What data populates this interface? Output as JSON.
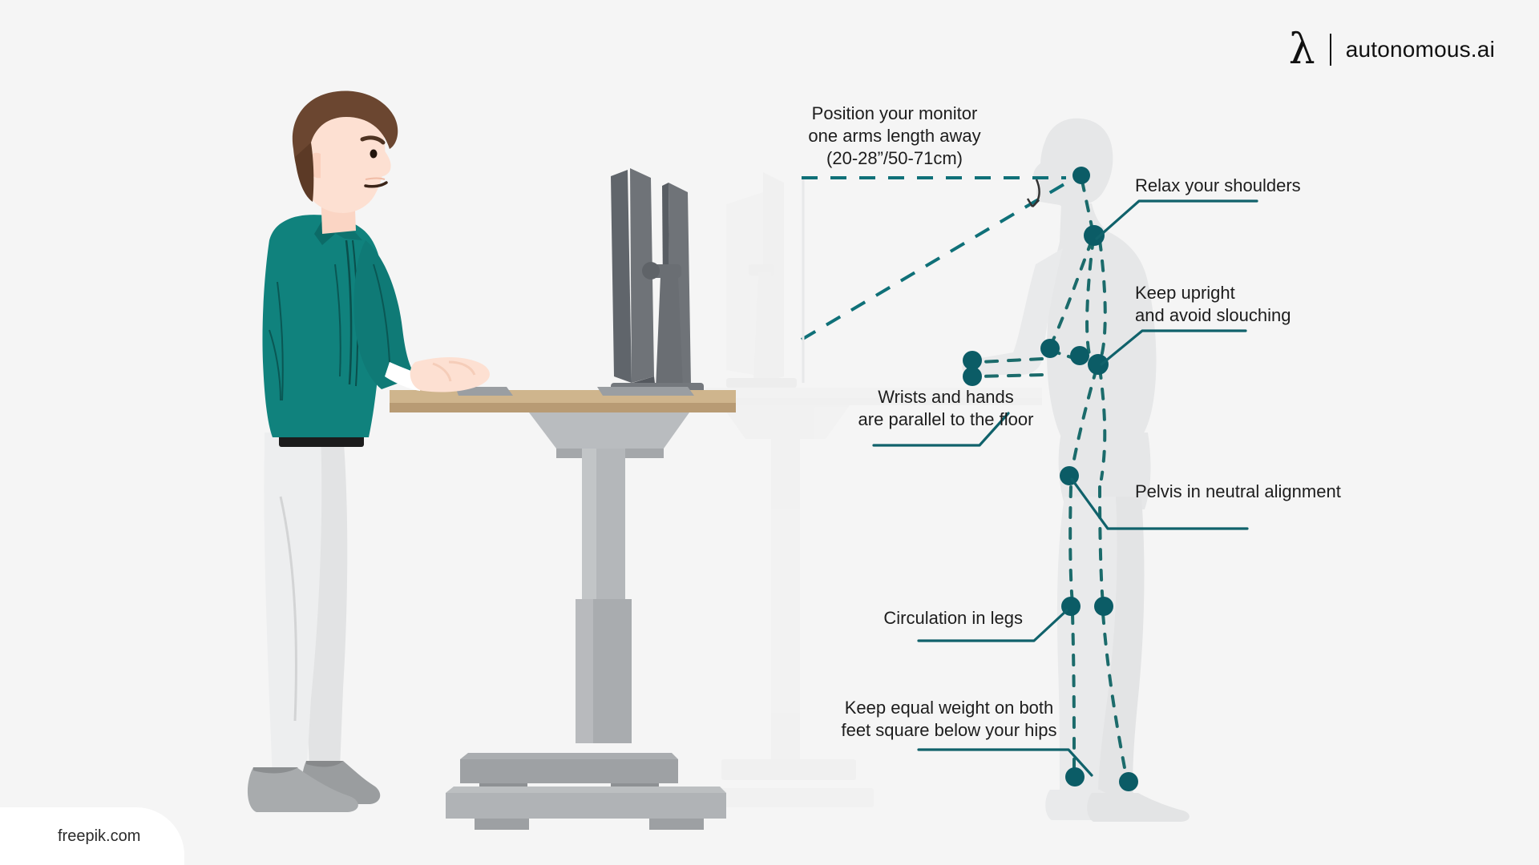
{
  "background": {
    "color": "#f5f5f5"
  },
  "brand": {
    "logo_icon": "lambda-icon",
    "lambda": "λ",
    "divider": "|",
    "name": "autonomous.ai"
  },
  "illustration": {
    "title": "standing-desk-ergonomics-diagram",
    "person": {
      "hair_color": "#6b4630",
      "skin_color": "#fde0d2",
      "shirt_color": "#10827d",
      "pants_color": "#ececed",
      "shoes_color": "#9a9a9a",
      "belt_color": "#1c1c1c"
    },
    "desk": {
      "top_color": "#cbb089",
      "top_edge_color": "#b59a74",
      "frame_color": "#a9acae",
      "frame_dark_color": "#8f9295"
    },
    "monitor": {
      "color": "#6a6e73",
      "ghost_color": "#ebecec"
    },
    "silhouette": {
      "color": "#e6e7e8",
      "joint_color": "#0b5c66",
      "skeleton_color": "#1b6b6b"
    },
    "accent_color": "#10626b",
    "guide_line_color": "#0f7078"
  },
  "callouts": [
    {
      "id": "monitor-distance",
      "text": "Position your monitor\none arms length away\n(20-28”/50-71cm)"
    },
    {
      "id": "relax-shoulders",
      "text": "Relax your shoulders"
    },
    {
      "id": "keep-upright",
      "text": "Keep upright\nand avoid slouching"
    },
    {
      "id": "wrists-parallel",
      "text": "Wrists and hands\nare parallel to the floor"
    },
    {
      "id": "pelvis-neutral",
      "text": "Pelvis in neutral alignment"
    },
    {
      "id": "circulation-legs",
      "text": "Circulation in legs"
    },
    {
      "id": "equal-weight",
      "text": "Keep equal weight on both\nfeet square below your hips"
    }
  ],
  "watermark": {
    "text": "freepik.com"
  }
}
